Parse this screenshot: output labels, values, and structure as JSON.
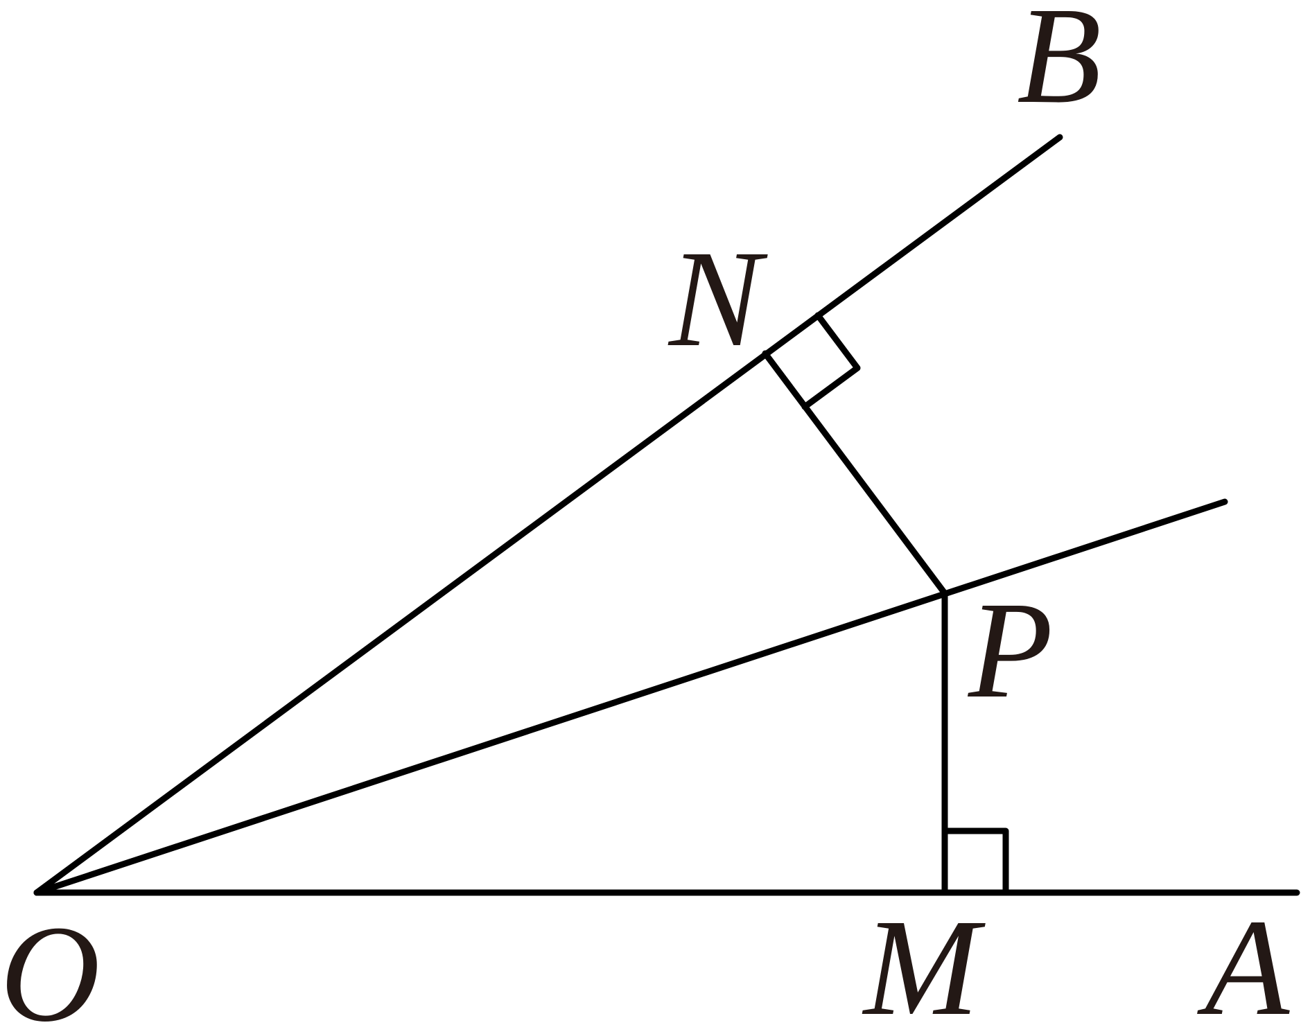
{
  "points": {
    "O": {
      "label": "O"
    },
    "A": {
      "label": "A"
    },
    "B": {
      "label": "B"
    },
    "N": {
      "label": "N"
    },
    "P": {
      "label": "P"
    },
    "M": {
      "label": "M"
    }
  },
  "style": {
    "line_color": "#000000",
    "label_color": "#231815"
  }
}
